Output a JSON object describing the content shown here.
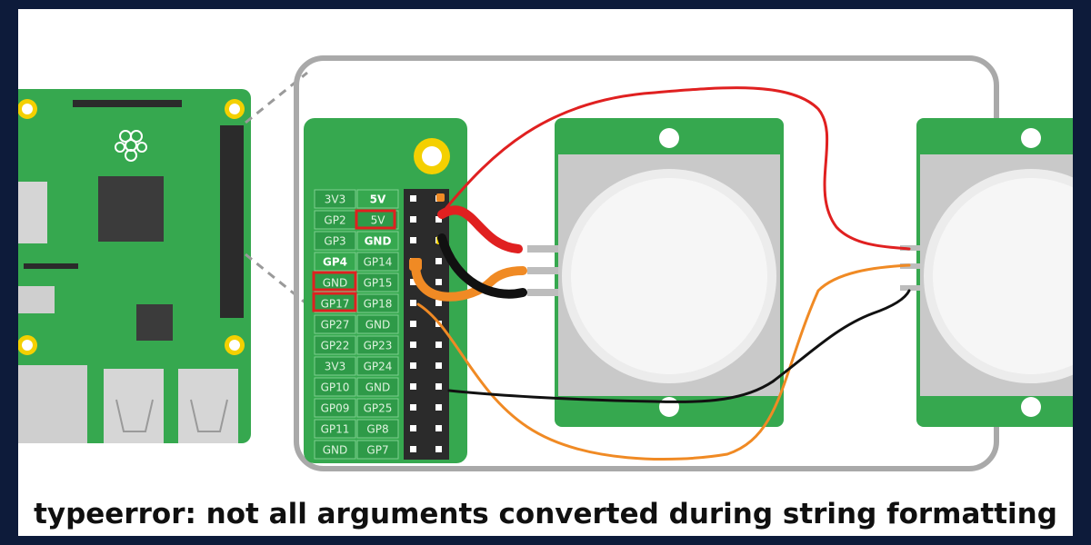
{
  "caption": "typeerror: not all arguments converted during string formatting",
  "pins": {
    "left": [
      "3V3",
      "GP2",
      "GP3",
      "GP4",
      "GND",
      "GP17",
      "GP27",
      "GP22",
      "3V3",
      "GP10",
      "GP09",
      "GP11",
      "GND"
    ],
    "right": [
      "5V",
      "5V",
      "GND",
      "GP14",
      "GP15",
      "GP18",
      "GND",
      "GP23",
      "GP24",
      "GND",
      "GP25",
      "GP8",
      "GP7"
    ]
  },
  "colors": {
    "board_green": "#36a84f",
    "pin_cell": "#2e9a48",
    "highlight_box": "#e02020",
    "wire_red": "#e02020",
    "wire_orange": "#f08a24",
    "wire_black": "#111111"
  }
}
